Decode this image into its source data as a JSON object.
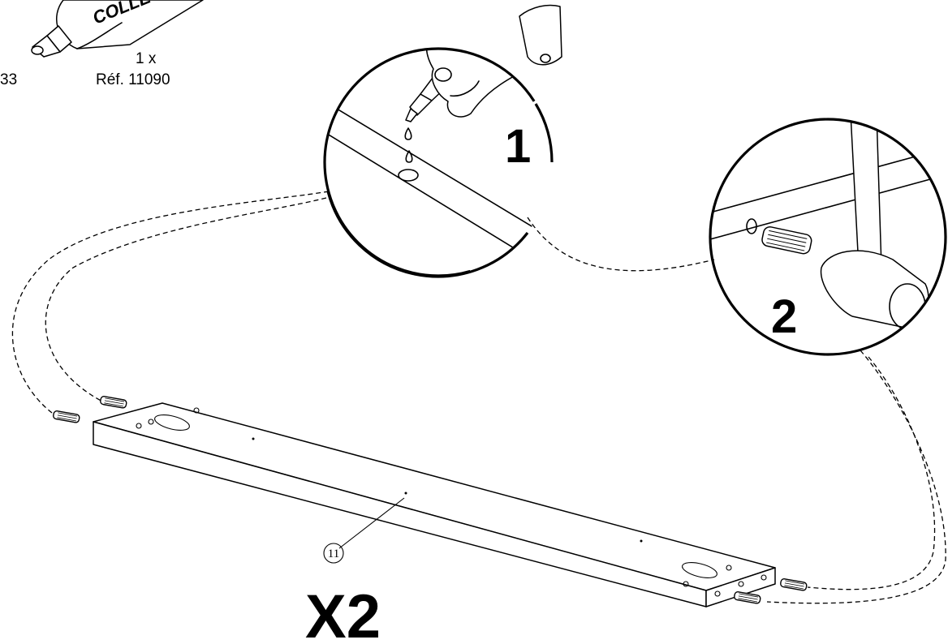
{
  "glue": {
    "tube_text": "COLLE",
    "left_ref_fragment": "33",
    "quantity": "1 x",
    "reference": "Réf. 11090"
  },
  "steps": {
    "step1_number": "1",
    "step2_number": "2"
  },
  "part": {
    "number": "11",
    "multiplier": "X2"
  }
}
